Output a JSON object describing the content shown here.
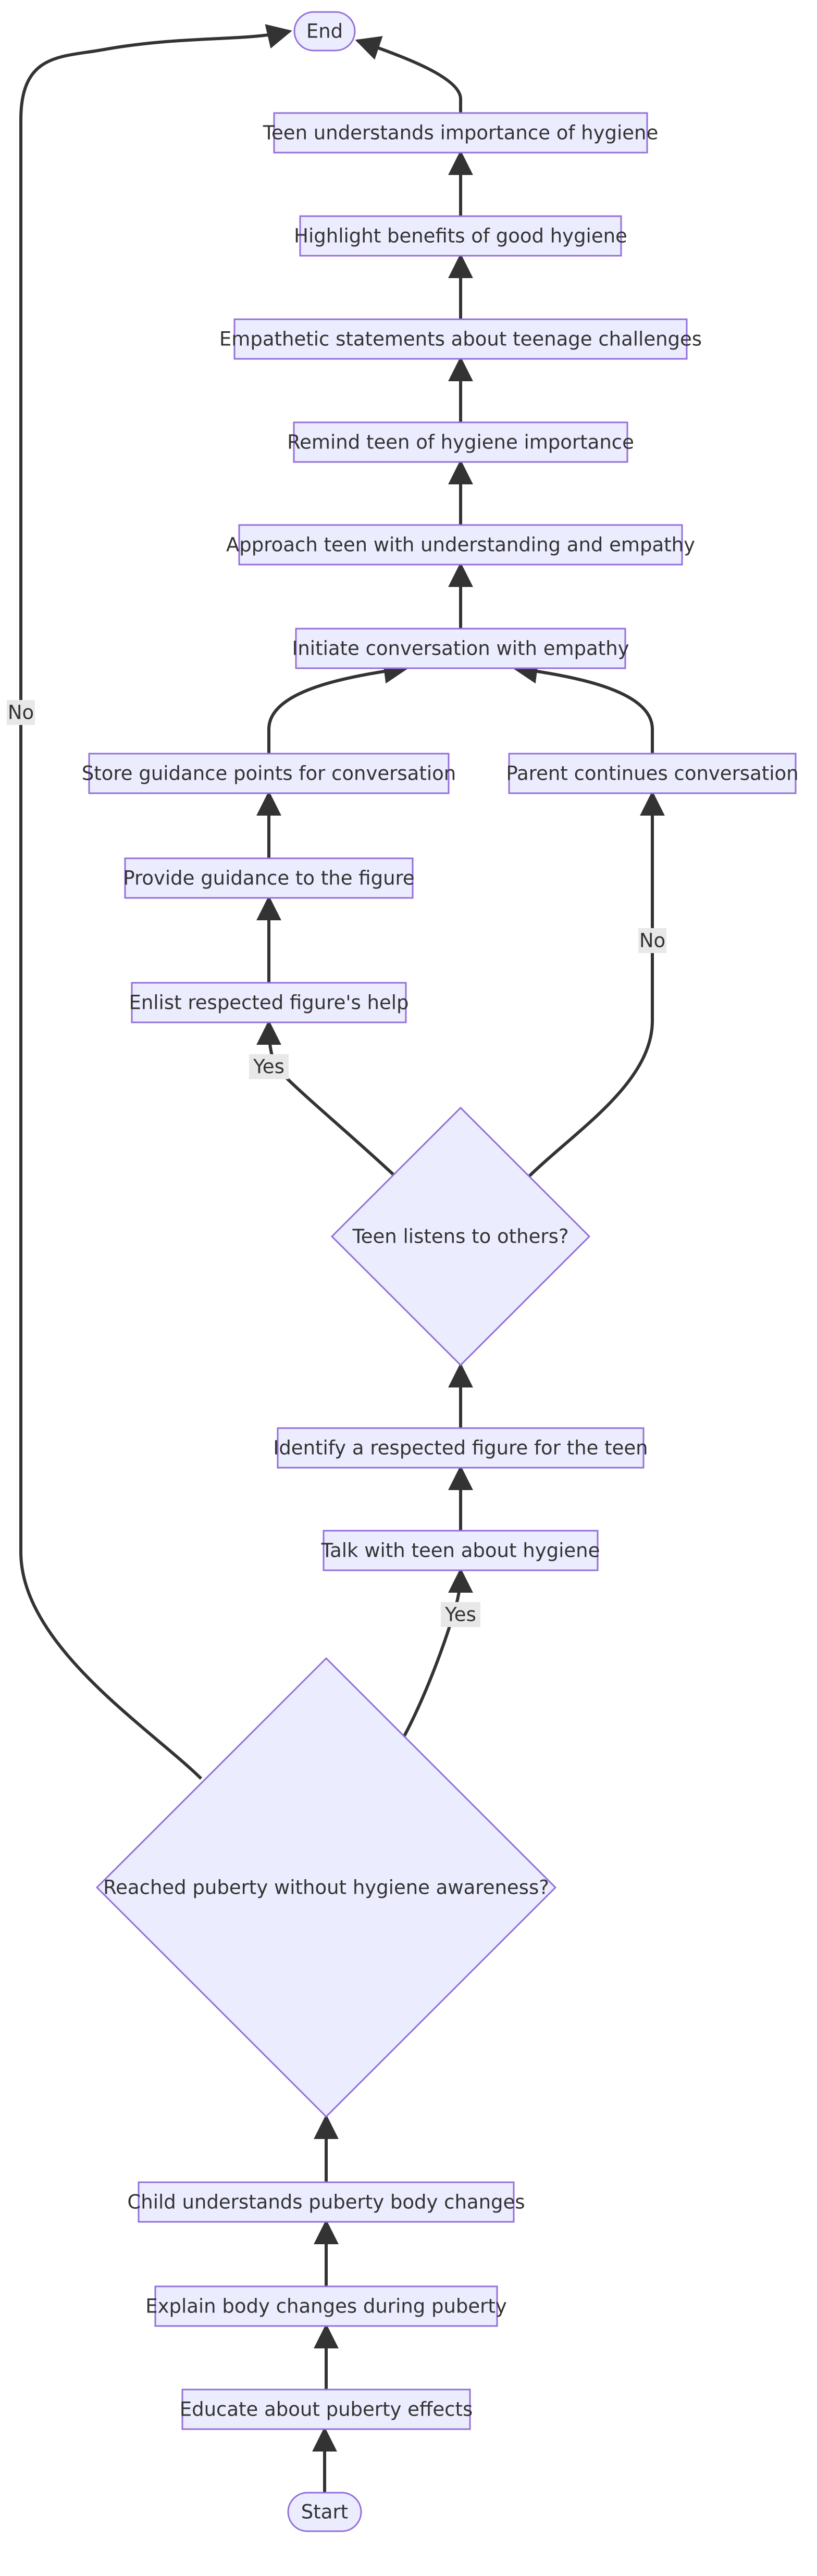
{
  "diagram": {
    "type": "flowchart",
    "nodes": [
      {
        "id": "end",
        "label": "End",
        "shape": "stadium"
      },
      {
        "id": "n_understands",
        "label": "Teen understands importance of hygiene",
        "shape": "rect"
      },
      {
        "id": "n_benefits",
        "label": "Highlight benefits of good hygiene",
        "shape": "rect"
      },
      {
        "id": "n_empathetic",
        "label": "Empathetic statements about teenage challenges",
        "shape": "rect"
      },
      {
        "id": "n_remind",
        "label": "Remind teen of hygiene importance",
        "shape": "rect"
      },
      {
        "id": "n_approach",
        "label": "Approach teen with understanding and empathy",
        "shape": "rect"
      },
      {
        "id": "n_initiate",
        "label": "Initiate conversation with empathy",
        "shape": "rect"
      },
      {
        "id": "n_store",
        "label": "Store guidance points for conversation",
        "shape": "rect"
      },
      {
        "id": "n_parent",
        "label": "Parent continues conversation",
        "shape": "rect"
      },
      {
        "id": "n_guidance",
        "label": "Provide guidance to the figure",
        "shape": "rect"
      },
      {
        "id": "n_enlist",
        "label": "Enlist respected figure's help",
        "shape": "rect"
      },
      {
        "id": "d_listens",
        "label": "Teen listens to others?",
        "shape": "diamond"
      },
      {
        "id": "n_identify",
        "label": "Identify a respected figure for the teen",
        "shape": "rect"
      },
      {
        "id": "n_talk",
        "label": "Talk with teen about hygiene",
        "shape": "rect"
      },
      {
        "id": "d_puberty",
        "label": "Reached puberty without hygiene awareness?",
        "shape": "diamond"
      },
      {
        "id": "n_child",
        "label": "Child understands puberty body changes",
        "shape": "rect"
      },
      {
        "id": "n_explain",
        "label": "Explain body changes during puberty",
        "shape": "rect"
      },
      {
        "id": "n_educate",
        "label": "Educate about puberty effects",
        "shape": "rect"
      },
      {
        "id": "start",
        "label": "Start",
        "shape": "stadium"
      }
    ],
    "edges": [
      {
        "from": "start",
        "to": "n_educate",
        "label": ""
      },
      {
        "from": "n_educate",
        "to": "n_explain",
        "label": ""
      },
      {
        "from": "n_explain",
        "to": "n_child",
        "label": ""
      },
      {
        "from": "n_child",
        "to": "d_puberty",
        "label": ""
      },
      {
        "from": "d_puberty",
        "to": "n_talk",
        "label": "Yes"
      },
      {
        "from": "d_puberty",
        "to": "end",
        "label": "No"
      },
      {
        "from": "n_talk",
        "to": "n_identify",
        "label": ""
      },
      {
        "from": "n_identify",
        "to": "d_listens",
        "label": ""
      },
      {
        "from": "d_listens",
        "to": "n_enlist",
        "label": "Yes"
      },
      {
        "from": "d_listens",
        "to": "n_parent",
        "label": "No"
      },
      {
        "from": "n_enlist",
        "to": "n_guidance",
        "label": ""
      },
      {
        "from": "n_guidance",
        "to": "n_store",
        "label": ""
      },
      {
        "from": "n_store",
        "to": "n_initiate",
        "label": ""
      },
      {
        "from": "n_parent",
        "to": "n_initiate",
        "label": ""
      },
      {
        "from": "n_initiate",
        "to": "n_approach",
        "label": ""
      },
      {
        "from": "n_approach",
        "to": "n_remind",
        "label": ""
      },
      {
        "from": "n_remind",
        "to": "n_empathetic",
        "label": ""
      },
      {
        "from": "n_empathetic",
        "to": "n_benefits",
        "label": ""
      },
      {
        "from": "n_benefits",
        "to": "n_understands",
        "label": ""
      },
      {
        "from": "n_understands",
        "to": "end",
        "label": ""
      }
    ]
  },
  "colors": {
    "node_fill": "#ECECFF",
    "node_stroke": "#9370DB",
    "edge": "#333333",
    "text": "#333333",
    "edge_label_bg": "#E8E8E8"
  }
}
